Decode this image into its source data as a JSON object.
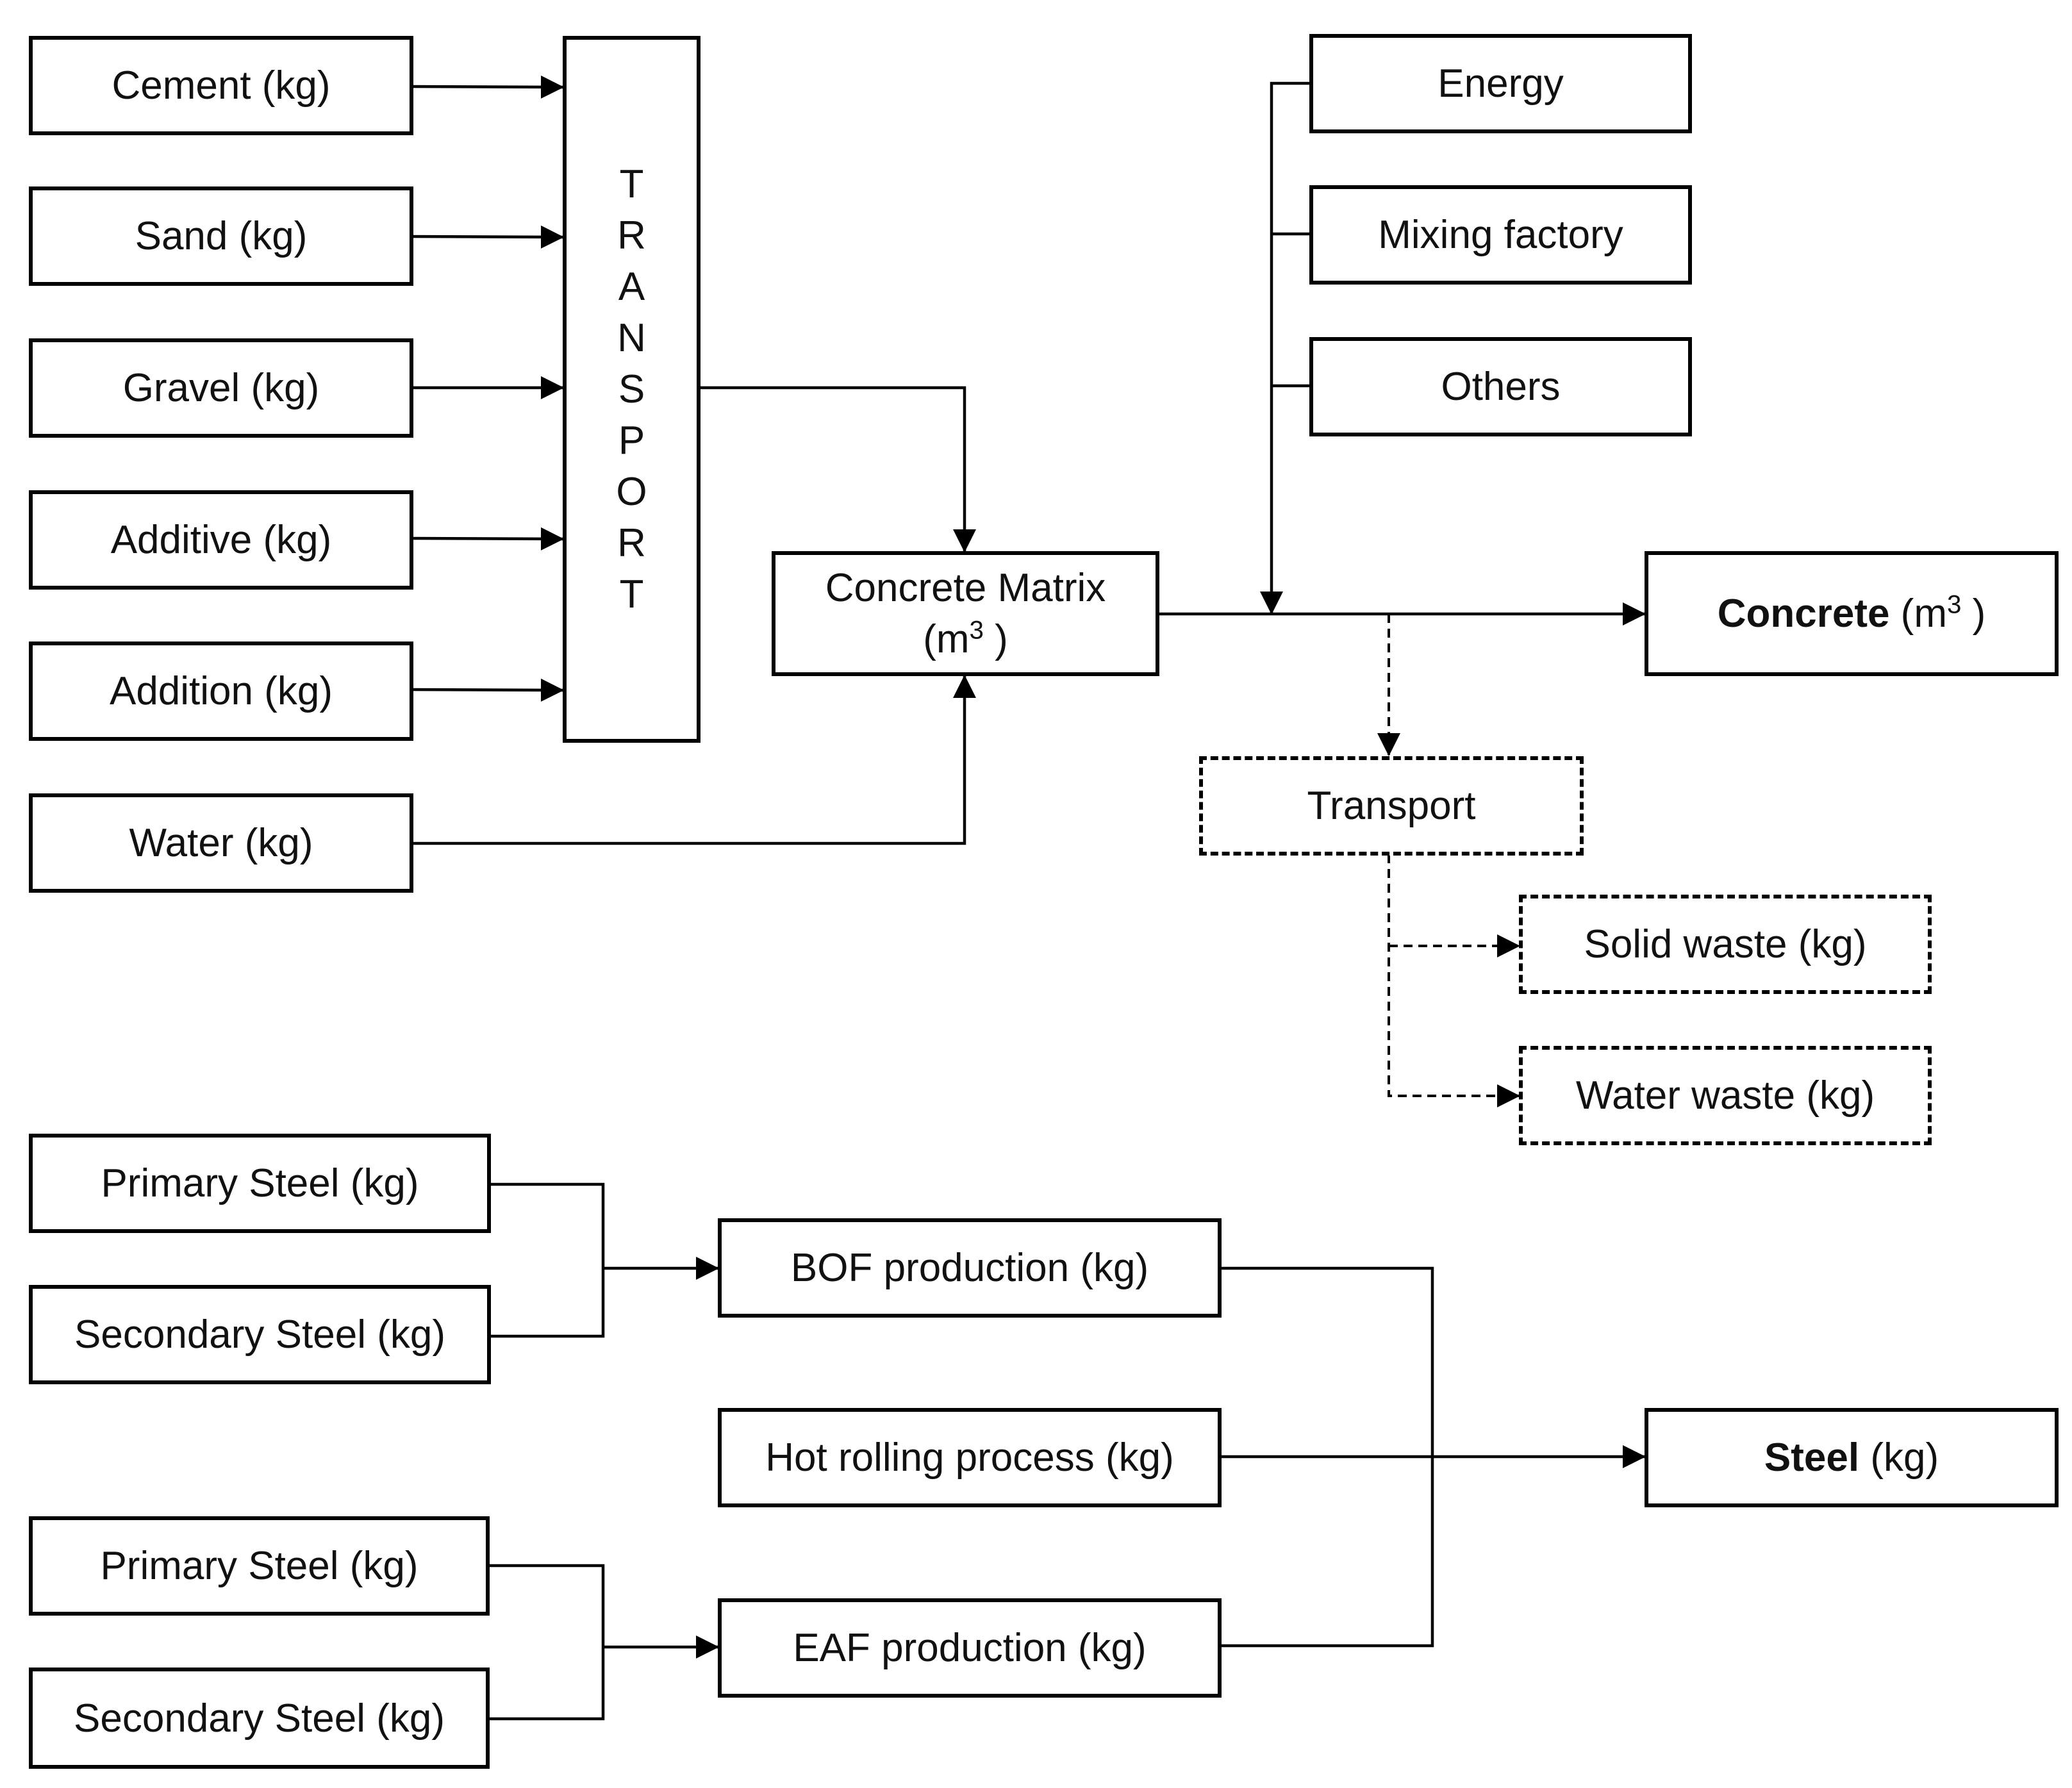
{
  "inputs": {
    "cement": "Cement (kg)",
    "sand": "Sand (kg)",
    "gravel": "Gravel (kg)",
    "additive": "Additive (kg)",
    "addition": "Addition (kg)",
    "water": "Water (kg)"
  },
  "transport_vertical": [
    "T",
    "R",
    "A",
    "N",
    "S",
    "P",
    "O",
    "R",
    "T"
  ],
  "concrete_matrix": {
    "line1": "Concrete Matrix",
    "line2_base": "(m",
    "line2_sup": "3",
    "line2_end": " )"
  },
  "factory_inputs": {
    "energy": "Energy",
    "mixing": "Mixing factory",
    "others": "Others"
  },
  "concrete_output": {
    "bold": "Concrete",
    "unit_base": " (m",
    "unit_sup": "3",
    "unit_end": " )"
  },
  "waste": {
    "transport": "Transport",
    "solid": "Solid waste (kg)",
    "water": "Water waste (kg)"
  },
  "steel": {
    "primary_1": "Primary Steel (kg)",
    "secondary_1": "Secondary Steel (kg)",
    "bof": "BOF production (kg)",
    "hot_rolling": "Hot rolling process (kg)",
    "primary_2": "Primary Steel (kg)",
    "secondary_2": "Secondary Steel (kg)",
    "eaf": "EAF production (kg)",
    "output_bold": "Steel",
    "output_unit": " (kg)"
  }
}
